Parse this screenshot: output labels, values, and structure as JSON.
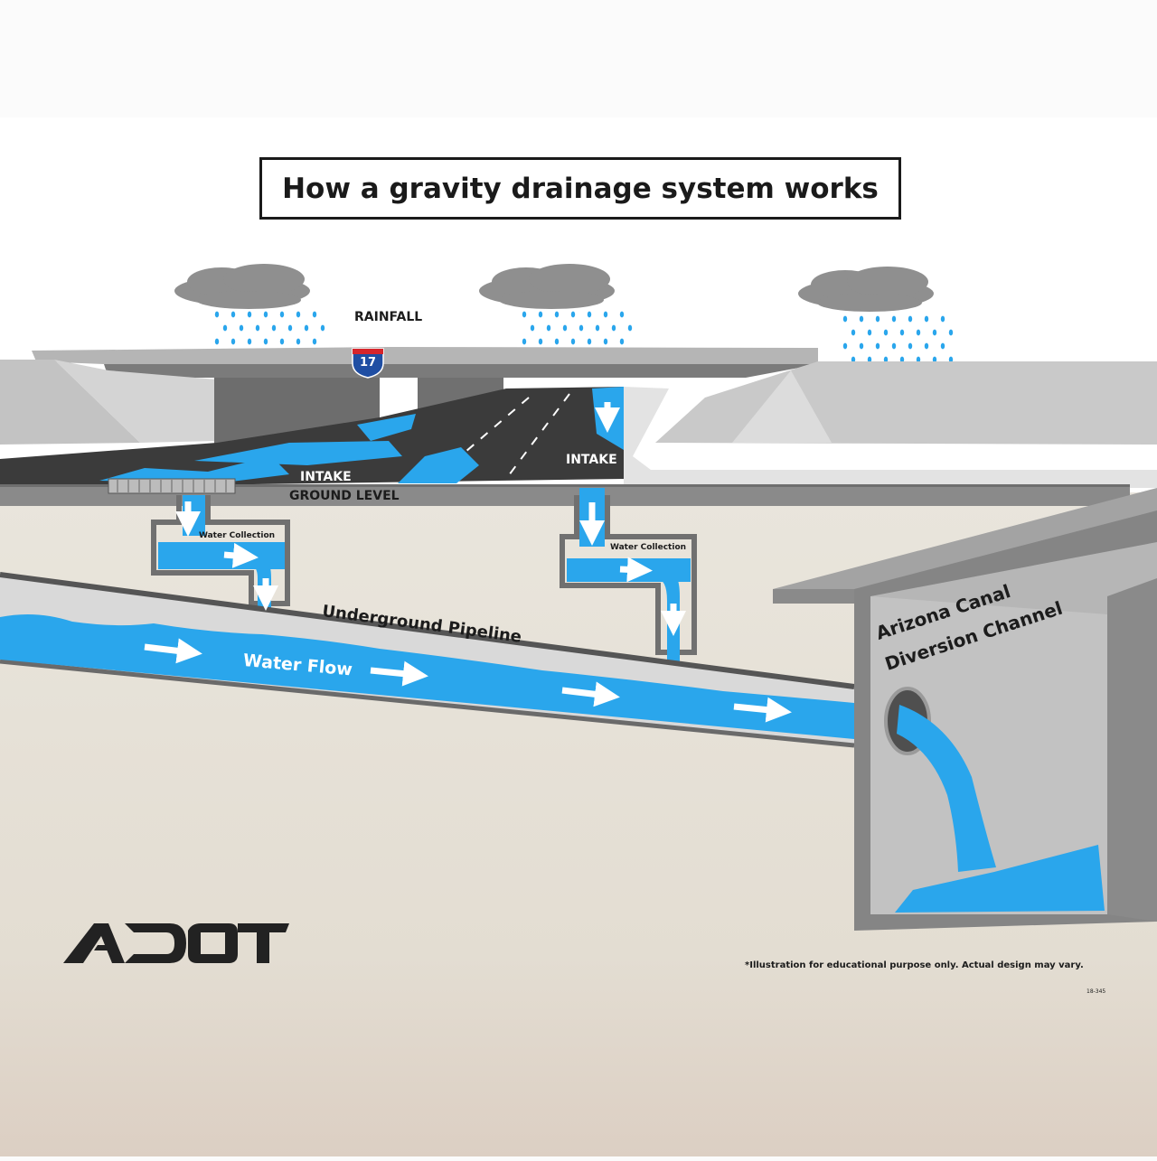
{
  "title": "How a gravity drainage system works",
  "labels": {
    "rainfall": "RAINFALL",
    "highway_shield": "17",
    "intake_left": "INTAKE",
    "intake_right": "INTAKE",
    "ground_level": "GROUND LEVEL",
    "water_collection_left": "Water Collection",
    "water_collection_right": "Water Collection",
    "underground_pipeline": "Underground Pipeline",
    "water_flow": "Water Flow",
    "channel_line1": "Arizona Canal",
    "channel_line2": "Diversion Channel"
  },
  "logo_text": "ADOT",
  "disclaimer": "*Illustration for educational purpose only. Actual design may vary.",
  "doc_code": "18-345",
  "colors": {
    "water": "#2aa6ec",
    "water_light": "#9fd8f6",
    "soil": "#e6e1d6",
    "road": "#3b3b3b",
    "concrete": "#8a8a8a",
    "shield_blue": "#1f4ea3",
    "shield_red": "#d6252b"
  }
}
